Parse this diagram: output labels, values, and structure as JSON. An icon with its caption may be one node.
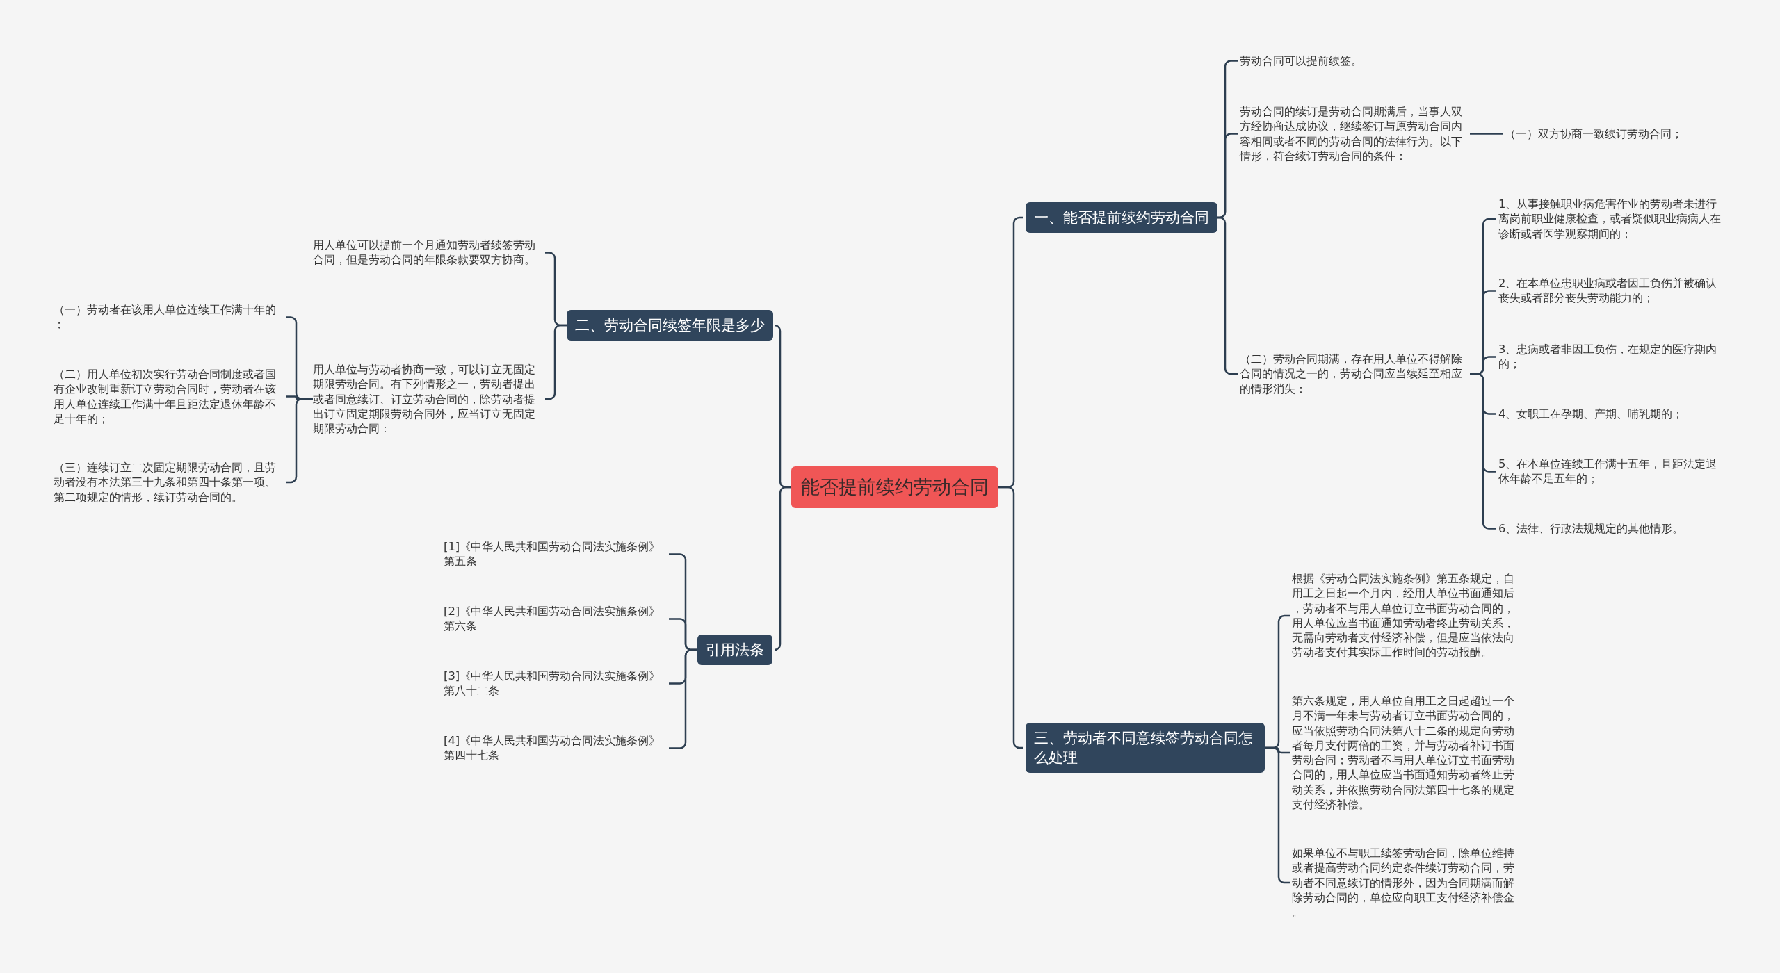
{
  "diagram": {
    "nodes": [
      {
        "text": [
          "能否提前续约劳动合同"
        ]
      },
      {
        "text": [
          "一、能否提前续约劳动合同"
        ]
      },
      {
        "text": [
          "劳动合同可以提前续签。"
        ]
      },
      {
        "text": [
          "劳动合同的续订是劳动合同期满后，当事人双方经协商达成协议，继续签订与原劳动合同内容相同或者不同的劳动合同的法律行为。以下情形，符合续订劳动合同的条件："
        ]
      },
      {
        "text": [
          "（一）双方协商一致续订劳动合同；"
        ]
      },
      {
        "text": [
          "（二）劳动合同期满，存在用人单位不得解除合同的情况之一的，劳动合同应当续延至相应的情形消失："
        ]
      },
      {
        "text": [
          "1、从事接触职业病危害作业的劳动者未进行离岗前职业健康检查，或者疑似职业病病人在诊断或者医学观察期间的；"
        ]
      },
      {
        "text": [
          "2、在本单位患职业病或者因工负伤并被确认丧失或者部分丧失劳动能力的；"
        ]
      },
      {
        "text": [
          "3、患病或者非因工负伤，在规定的医疗期内的；"
        ]
      },
      {
        "text": [
          "4、女职工在孕期、产期、哺乳期的；"
        ]
      },
      {
        "text": [
          "5、在本单位连续工作满十五年，且距法定退休年龄不足五年的；"
        ]
      },
      {
        "text": [
          "6、法律、行政法规规定的其他情形。"
        ]
      },
      {
        "text": [
          "二、劳动合同续签年限是多少"
        ]
      },
      {
        "text": [
          "用人单位可以提前一个月通知劳动者续签劳动合同，但是劳动合同的年限条款要双方协商。"
        ]
      },
      {
        "text": [
          "用人单位与劳动者协商一致，可以订立无固定期限劳动合同。有下列情形之一，劳动者提出或者同意续订、订立劳动合同的，除劳动者提出订立固定期限劳动合同外，应当订立无固定期限劳动合同："
        ]
      },
      {
        "text": [
          "（一）劳动者在该用人单位连续工作满十年的；"
        ]
      },
      {
        "text": [
          "（二）用人单位初次实行劳动合同制度或者国有企业改制重新订立劳动合同时，劳动者在该用人单位连续工作满十年且距法定退休年龄不足十年的；"
        ]
      },
      {
        "text": [
          "（三）连续订立二次固定期限劳动合同，且劳动者没有本法第三十九条和第四十条第一项、第二项规定的情形，续订劳动合同的。"
        ]
      },
      {
        "text": [
          "引用法条"
        ]
      },
      {
        "text": [
          "[1]《中华人民共和国劳动合同法实施条例》第五条"
        ]
      },
      {
        "text": [
          "[2]《中华人民共和国劳动合同法实施条例》第六条"
        ]
      },
      {
        "text": [
          "[3]《中华人民共和国劳动合同法实施条例》第八十二条"
        ]
      },
      {
        "text": [
          "[4]《中华人民共和国劳动合同法实施条例》第四十七条"
        ]
      },
      {
        "text": [
          "三、劳动者不同意续签劳动合同怎么处理"
        ]
      },
      {
        "text": [
          "根据《劳动合同法实施条例》第五条规定，自用工之日起一个月内，经用人单位书面通知后，劳动者不与用人单位订立书面劳动合同的，用人单位应当书面通知劳动者终止劳动关系，无需向劳动者支付经济补偿，但是应当依法向劳动者支付其实际工作时间的劳动报酬。"
        ]
      },
      {
        "text": [
          "第六条规定，用人单位自用工之日起超过一个月不满一年未与劳动者订立书面劳动合同的，应当依照劳动合同法第八十二条的规定向劳动者每月支付两倍的工资，并与劳动者补订书面劳动合同；劳动者不与用人单位订立书面劳动合同的，用人单位应当书面通知劳动者终止劳动关系，并依照劳动合同法第四十七条的规定支付经济补偿。"
        ]
      },
      {
        "text": [
          "如果单位不与职工续签劳动合同，除单位维持或者提高劳动合同约定条件续订劳动合同，劳动者不同意续订的情形外，因为合同期满而解除劳动合同的，单位应向职工支付经济补偿金。"
        ]
      }
    ],
    "edges": [
      {
        "from": 0,
        "to": 1,
        "arrow": "none"
      },
      {
        "from": 0,
        "to": 12,
        "arrow": "none"
      },
      {
        "from": 0,
        "to": 18,
        "arrow": "none"
      },
      {
        "from": 0,
        "to": 23,
        "arrow": "none"
      },
      {
        "from": 1,
        "to": 2,
        "arrow": "none"
      },
      {
        "from": 1,
        "to": 3,
        "arrow": "none"
      },
      {
        "from": 1,
        "to": 5,
        "arrow": "none"
      },
      {
        "from": 3,
        "to": 4,
        "arrow": "none"
      },
      {
        "from": 5,
        "to": 6,
        "arrow": "none"
      },
      {
        "from": 5,
        "to": 7,
        "arrow": "none"
      },
      {
        "from": 5,
        "to": 8,
        "arrow": "none"
      },
      {
        "from": 5,
        "to": 9,
        "arrow": "none"
      },
      {
        "from": 5,
        "to": 10,
        "arrow": "none"
      },
      {
        "from": 5,
        "to": 11,
        "arrow": "none"
      },
      {
        "from": 12,
        "to": 13,
        "arrow": "none"
      },
      {
        "from": 12,
        "to": 14,
        "arrow": "none"
      },
      {
        "from": 14,
        "to": 15,
        "arrow": "none"
      },
      {
        "from": 14,
        "to": 16,
        "arrow": "none"
      },
      {
        "from": 14,
        "to": 17,
        "arrow": "none"
      },
      {
        "from": 18,
        "to": 19,
        "arrow": "none"
      },
      {
        "from": 18,
        "to": 20,
        "arrow": "none"
      },
      {
        "from": 18,
        "to": 21,
        "arrow": "none"
      },
      {
        "from": 18,
        "to": 22,
        "arrow": "none"
      },
      {
        "from": 23,
        "to": 24,
        "arrow": "none"
      },
      {
        "from": 23,
        "to": 25,
        "arrow": "none"
      },
      {
        "from": 23,
        "to": 26,
        "arrow": "none"
      }
    ]
  }
}
